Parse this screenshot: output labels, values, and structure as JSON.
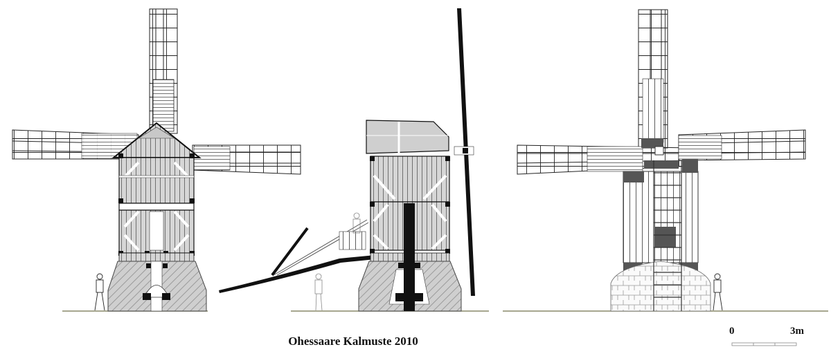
{
  "title": "Ohessaare Kalmuste 2010",
  "scale_bar": {
    "start_label": "0",
    "end_label": "3m",
    "segments": 3
  },
  "views": [
    {
      "name": "front-elevation-section",
      "description": "Post mill front view with sails, gabled body and trestle base"
    },
    {
      "name": "side-section",
      "description": "Side section with tail pole, steps, main post and sail stock"
    },
    {
      "name": "rear-elevation",
      "description": "Rear view with sails, ladder and stone base"
    }
  ],
  "colors": {
    "line": "#111111",
    "fill_light": "#d4d4d4",
    "fill_mid": "#bdbdbd",
    "fill_dark": "#555555",
    "hatch": "#a8a8a8",
    "ground": "#8a8a6a",
    "background": "#ffffff"
  }
}
